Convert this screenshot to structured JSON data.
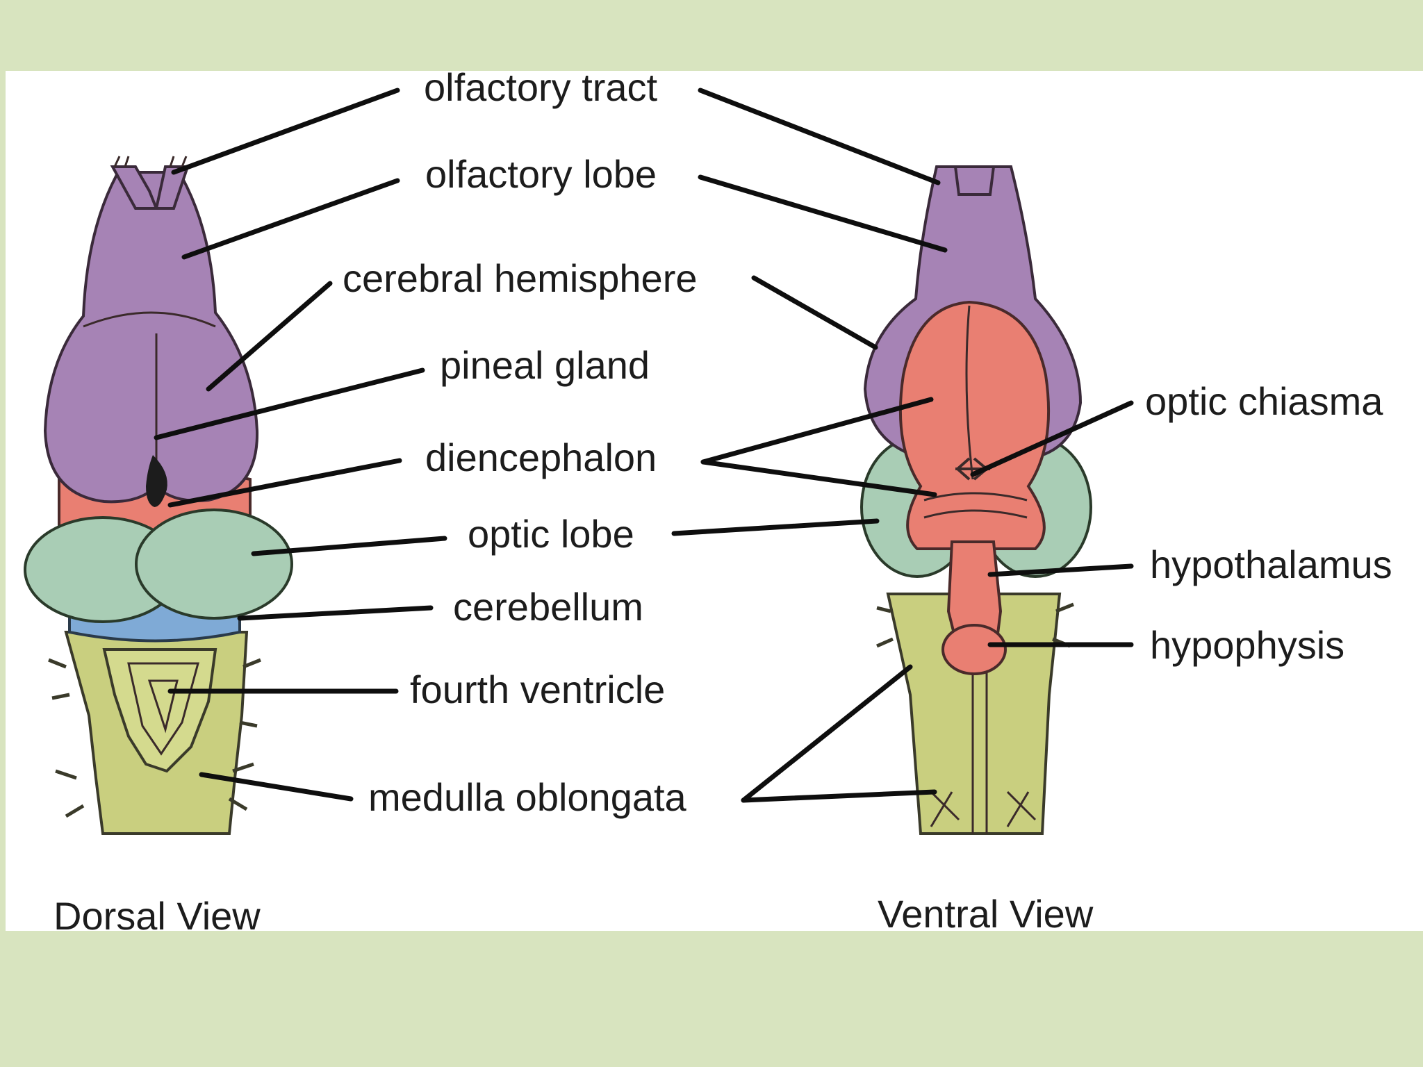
{
  "labels": {
    "olfactory_tract": "olfactory tract",
    "olfactory_lobe": "olfactory lobe",
    "cerebral_hemisphere": "cerebral hemisphere",
    "pineal_gland": "pineal gland",
    "diencephalon": "diencephalon",
    "optic_lobe": "optic lobe",
    "cerebellum": "cerebellum",
    "fourth_ventricle": "fourth ventricle",
    "medulla_oblongata": "medulla oblongata",
    "optic_chiasma": "optic chiasma",
    "hypothalamus": "hypothalamus",
    "hypophysis": "hypophysis"
  },
  "views": {
    "dorsal": "Dorsal View",
    "ventral": "Ventral View"
  },
  "colors": {
    "slide_background": "#d8e4bf",
    "panel_background": "#ffffff",
    "cerebrum_purple": "#a683b5",
    "diencephalon_salmon": "#e97f72",
    "optic_lobe_green": "#a9cdb5",
    "cerebellum_blue": "#7faad6",
    "medulla_yellow": "#c9cf7f"
  }
}
